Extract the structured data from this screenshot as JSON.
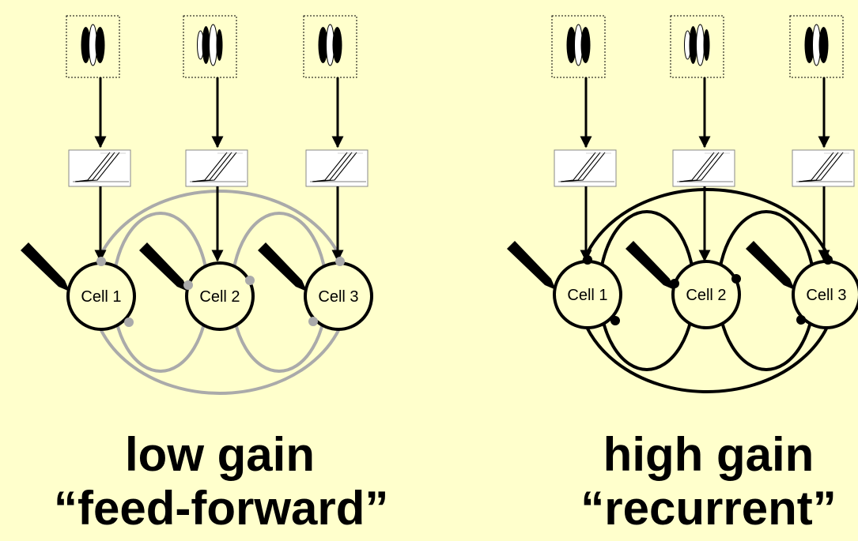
{
  "panels": [
    {
      "id": "low",
      "cells": [
        "Cell 1",
        "Cell 2",
        "Cell 3"
      ],
      "gain": "low gain",
      "mode": "“feed-forward”",
      "connection_color": "#aaaaaa"
    },
    {
      "id": "high",
      "cells": [
        "Cell 1",
        "Cell 2",
        "Cell 3"
      ],
      "gain": "high gain",
      "mode": "“recurrent”",
      "connection_color": "#000000"
    }
  ],
  "colors": {
    "background": "#ffffcc",
    "cell_fill": "#ffffcc",
    "stroke": "#000000"
  }
}
